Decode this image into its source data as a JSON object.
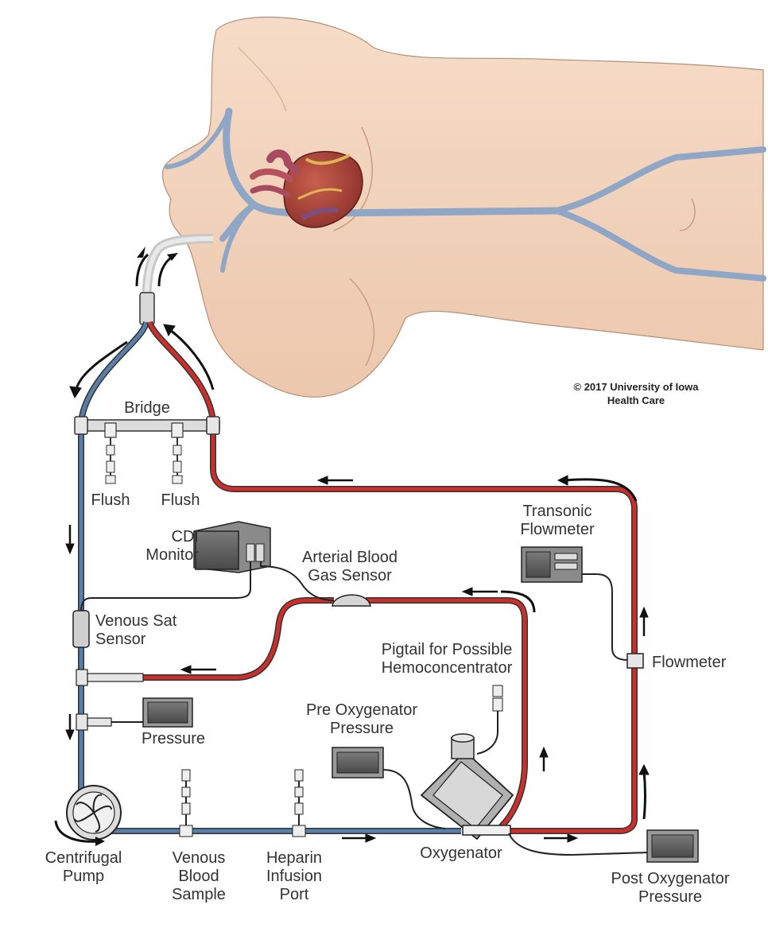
{
  "copyright": {
    "line1": "© 2017 University of Iowa",
    "line2": "Health Care"
  },
  "labels": {
    "bridge": "Bridge",
    "flush_left": "Flush",
    "flush_right": "Flush",
    "cdi_monitor_1": "CDI",
    "cdi_monitor_2": "Monitor",
    "abg_sensor_1": "Arterial Blood",
    "abg_sensor_2": "Gas Sensor",
    "transonic_1": "Transonic",
    "transonic_2": "Flowmeter",
    "venous_sat_1": "Venous Sat",
    "venous_sat_2": "Sensor",
    "pigtail_1": "Pigtail for Possible",
    "pigtail_2": "Hemoconcentrator",
    "flowmeter": "Flowmeter",
    "pre_oxy_1": "Pre Oxygenator",
    "pre_oxy_2": "Pressure",
    "pressure": "Pressure",
    "centrifugal_1": "Centrifugal",
    "centrifugal_2": "Pump",
    "venous_blood_1": "Venous",
    "venous_blood_2": "Blood",
    "venous_blood_3": "Sample",
    "heparin_1": "Heparin",
    "heparin_2": "Infusion",
    "heparin_3": "Port",
    "oxygenator": "Oxygenator",
    "post_oxy_1": "Post Oxygenator",
    "post_oxy_2": "Pressure"
  },
  "colors": {
    "skin": "#f2d3bd",
    "skin_shadow": "#e2b99f",
    "vein": "#8fa6c6",
    "venous_line": "#5a7fa6",
    "arterial_line": "#c9302c",
    "device": "#6b6b6b",
    "outline": "#222222"
  }
}
